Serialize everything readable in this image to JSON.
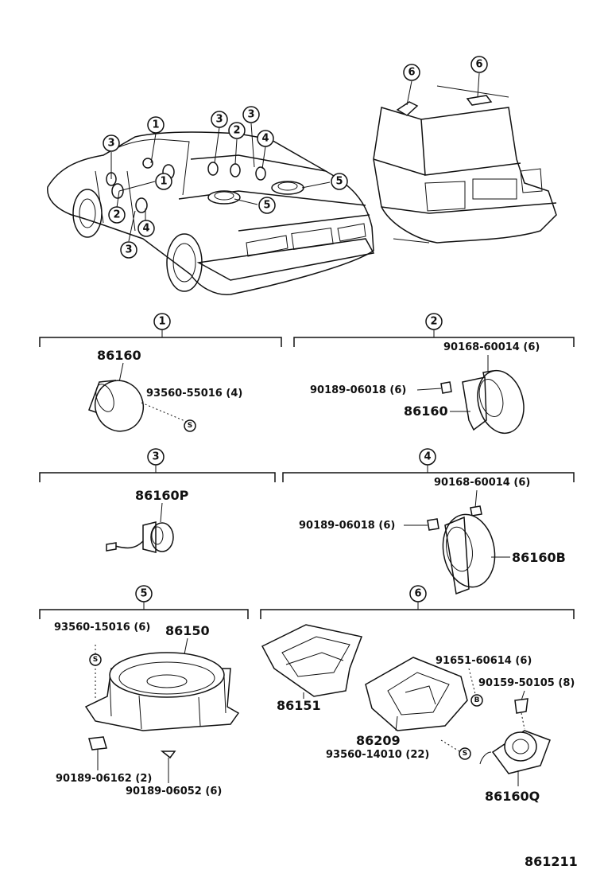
{
  "callouts": {
    "c1": "1",
    "c2": "2",
    "c3": "3",
    "c4": "4",
    "c5": "5",
    "c6": "6"
  },
  "sections": {
    "s1": {
      "main": "86160",
      "screw": "93560-55016 (4)"
    },
    "s2": {
      "bolt_top": "90168-60014 (6)",
      "clip": "90189-06018 (6)",
      "main": "86160"
    },
    "s3": {
      "main": "86160P"
    },
    "s4": {
      "bolt_top": "90168-60014 (6)",
      "clip": "90189-06018 (6)",
      "main": "86160B"
    },
    "s5": {
      "screw": "93560-15016 (6)",
      "main": "86150",
      "clip1": "90189-06162 (2)",
      "clip2": "90189-06052 (6)"
    },
    "s6": {
      "cover": "86151",
      "bracket": "86209",
      "screw_b": "93560-14010 (22)",
      "nut": "91651-60614 (6)",
      "bolt": "90159-50105 (8)",
      "main": "86160Q"
    }
  },
  "glyphs": {
    "screw_mark": "S",
    "bolt_mark": "B"
  },
  "figure_code": "861211",
  "icons": [
    "sedan-illustration",
    "wagon-illustration",
    "speaker-icon",
    "screw-icon",
    "bolt-icon",
    "clip-icon"
  ]
}
